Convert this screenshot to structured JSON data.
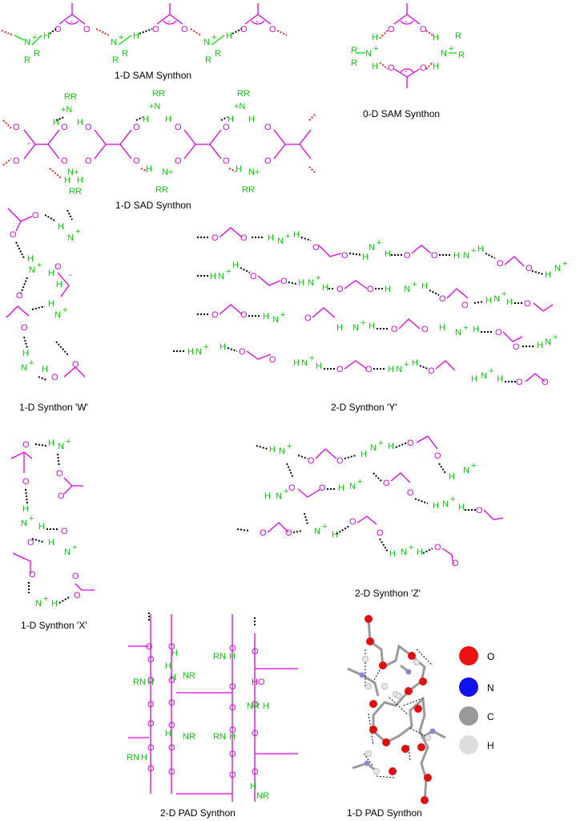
{
  "panels": [
    {
      "id": "sam-1d",
      "caption": "1-D SAM Synthon"
    },
    {
      "id": "sam-0d",
      "caption": "0-D SAM Synthon"
    },
    {
      "id": "sad-1d",
      "caption": "1-D SAD Synthon"
    },
    {
      "id": "w-1d",
      "caption": "1-D Synthon 'W'"
    },
    {
      "id": "y-2d",
      "caption": "2-D Synthon 'Y'"
    },
    {
      "id": "x-1d",
      "caption": "1-D Synthon 'X'"
    },
    {
      "id": "z-2d",
      "caption": "2-D Synthon 'Z'"
    },
    {
      "id": "pad-2d",
      "caption": "2-D PAD Synthon"
    },
    {
      "id": "pad-1d",
      "caption": "1-D PAD Synthon"
    }
  ],
  "atom_labels": {
    "ammonium": "N",
    "charge_plus": "+",
    "charge_minus": "-",
    "hydrogen": "H",
    "oxygen": "O",
    "substituent": "R",
    "ammonium_R": "RR",
    "pad_amine": "NR",
    "pad_amine_left": "RN",
    "pad_ho": "HO"
  },
  "colors": {
    "carboxylate": "#dd00dd",
    "ammonium": "#00dd00",
    "hbond_dark": "#000000",
    "hbond_red": "#ee2222",
    "oxygen_atom": "#ee1111",
    "nitrogen_atom": "#1111ee",
    "carbon_atom": "#999999",
    "hydrogen_atom": "#dddddd"
  },
  "legend": [
    {
      "element": "O",
      "color": "#ee1111"
    },
    {
      "element": "N",
      "color": "#1111ee"
    },
    {
      "element": "C",
      "color": "#999999"
    },
    {
      "element": "H",
      "color": "#dddddd"
    }
  ]
}
